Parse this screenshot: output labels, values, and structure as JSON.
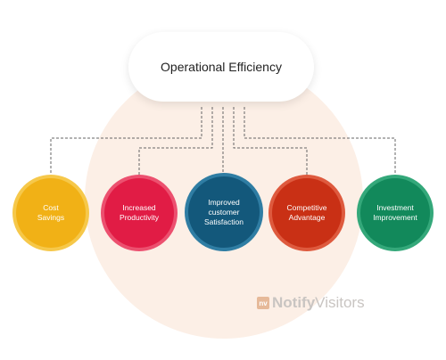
{
  "diagram": {
    "root": {
      "label": "Operational Efficiency"
    },
    "children": [
      {
        "label": "Cost\nSavings",
        "color": "#f1b116"
      },
      {
        "label": "Increased\nProductivity",
        "color": "#e11c45"
      },
      {
        "label": "Improved\ncustomer\nSatisfaction",
        "color": "#13587b"
      },
      {
        "label": "Competitive\nAdvantage",
        "color": "#c93015"
      },
      {
        "label": "Investment\nImprovement",
        "color": "#12895b"
      }
    ]
  },
  "brand": {
    "part1": "Notify",
    "part2": "Visitors",
    "mark": "nv"
  }
}
